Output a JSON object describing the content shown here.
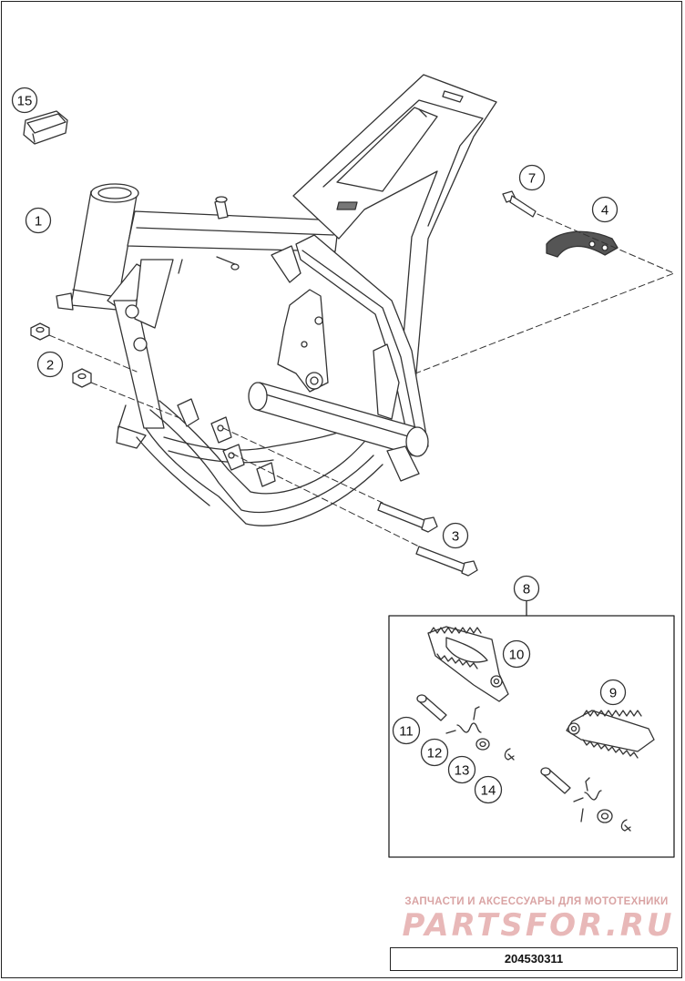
{
  "callouts": [
    "15",
    "1",
    "2",
    "7",
    "4",
    "3",
    "8",
    "10",
    "9",
    "11",
    "12",
    "13",
    "14"
  ],
  "watermark": {
    "line1": "ЗАПЧАСТИ И АКСЕССУАРЫ ДЛЯ МОТОТЕХНИКИ",
    "line2": "PARTSFOR.RU"
  },
  "document_number": "204530311"
}
